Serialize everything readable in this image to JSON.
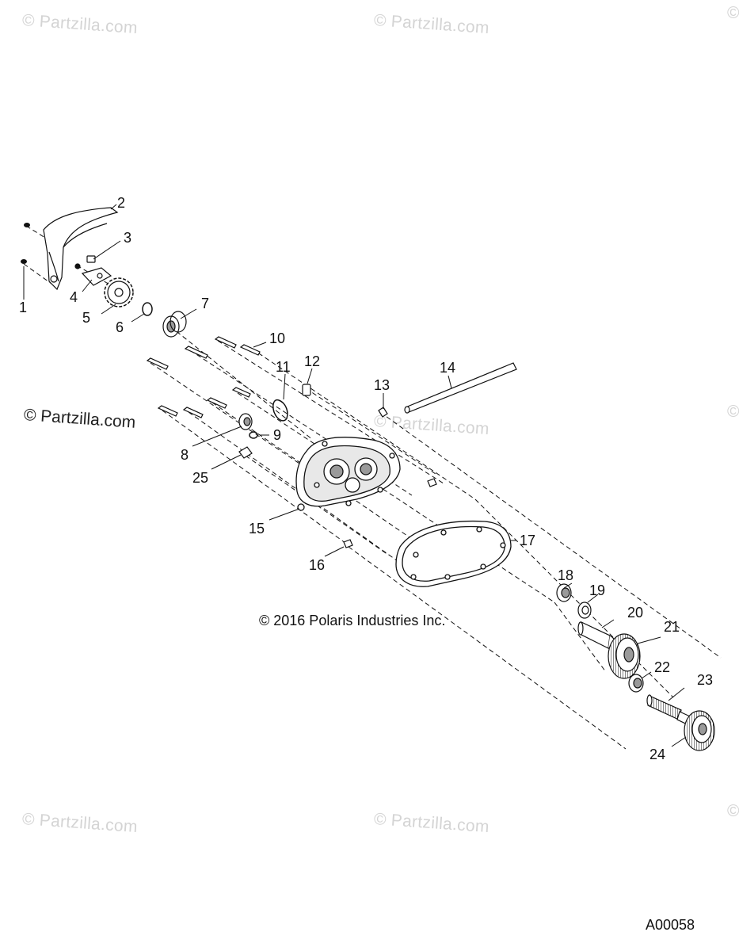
{
  "watermarks": {
    "text": "© Partzilla.com",
    "primary_text": "© Partzilla.com"
  },
  "copyright": "© 2016 Polaris Industries Inc.",
  "drawing_id": "A00058",
  "callouts": [
    "1",
    "2",
    "3",
    "4",
    "5",
    "6",
    "7",
    "8",
    "9",
    "10",
    "11",
    "12",
    "13",
    "14",
    "15",
    "16",
    "17",
    "18",
    "19",
    "20",
    "21",
    "22",
    "23",
    "24",
    "25"
  ],
  "colors": {
    "line": "#111111",
    "watermark": "#d4d4d4",
    "part_fill": "#ffffff",
    "part_shade": "#9a9a9a"
  }
}
